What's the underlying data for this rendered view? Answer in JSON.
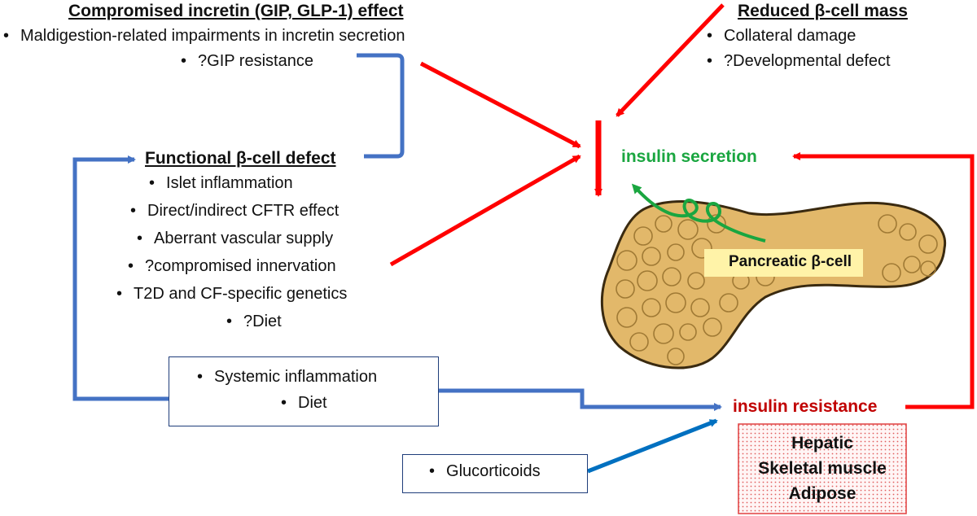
{
  "incretin": {
    "title": "Compromised incretin (GIP, GLP-1) effect",
    "items": [
      "Maldigestion-related impairments in incretin secretion",
      "?GIP resistance"
    ]
  },
  "beta_mass": {
    "title": "Reduced β-cell mass",
    "items": [
      "Collateral damage",
      "?Developmental defect"
    ]
  },
  "functional": {
    "title": "Functional β-cell defect",
    "items": [
      "Islet inflammation",
      "Direct/indirect CFTR effect",
      "Aberrant vascular supply",
      "?compromised innervation",
      "T2D and CF-specific genetics",
      "?Diet"
    ]
  },
  "systemic": {
    "items": [
      "Systemic inflammation",
      "Diet"
    ]
  },
  "glucocorticoids": {
    "items": [
      "Glucorticoids"
    ]
  },
  "insulin_secretion": "insulin secretion",
  "pancreatic_label": "Pancreatic β-cell",
  "insulin_resistance": "insulin resistance",
  "tissues": [
    "Hepatic",
    "Skeletal muscle",
    "Adipose"
  ],
  "colors": {
    "red": "#ff0000",
    "blue": "#4472c4",
    "green": "#1aa640",
    "dark_red": "#c00000",
    "pancreas": "#e2b86a"
  }
}
